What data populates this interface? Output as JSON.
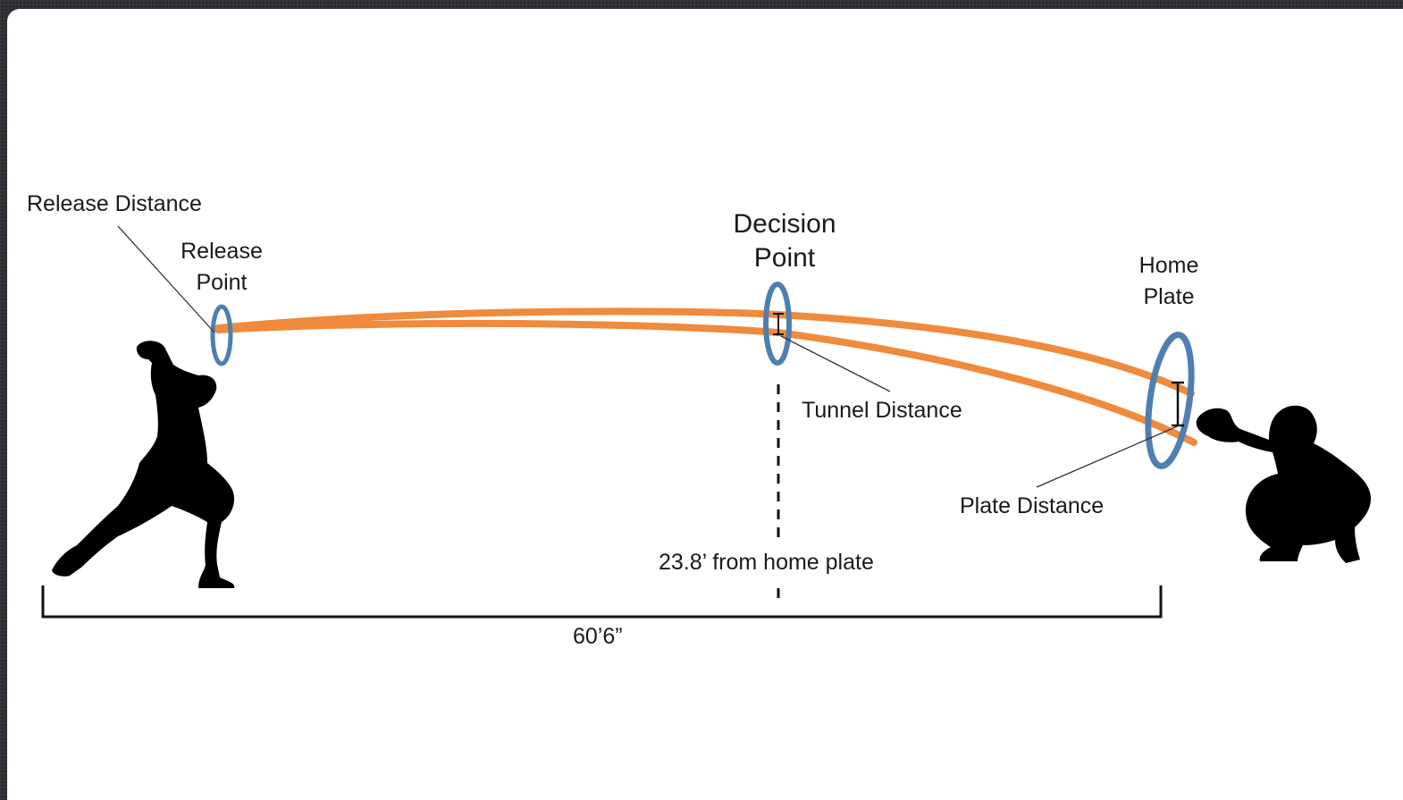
{
  "diagram": {
    "labels": {
      "release_distance": "Release Distance",
      "release_point_line1": "Release",
      "release_point_line2": "Point",
      "decision_point_line1": "Decision",
      "decision_point_line2": "Point",
      "home_plate_line1": "Home",
      "home_plate_line2": "Plate",
      "tunnel_distance": "Tunnel Distance",
      "plate_distance": "Plate Distance",
      "decision_distance": "23.8’ from home plate",
      "total_distance": "60’6”"
    },
    "colors": {
      "pitch_path": "#f08a3c",
      "ring": "#4f7fb0",
      "silhouette": "#000000",
      "text": "#1a1a1a",
      "background": "#ffffff"
    },
    "icons": {
      "pitcher": "pitcher-silhouette-icon",
      "catcher": "catcher-silhouette-icon"
    }
  }
}
